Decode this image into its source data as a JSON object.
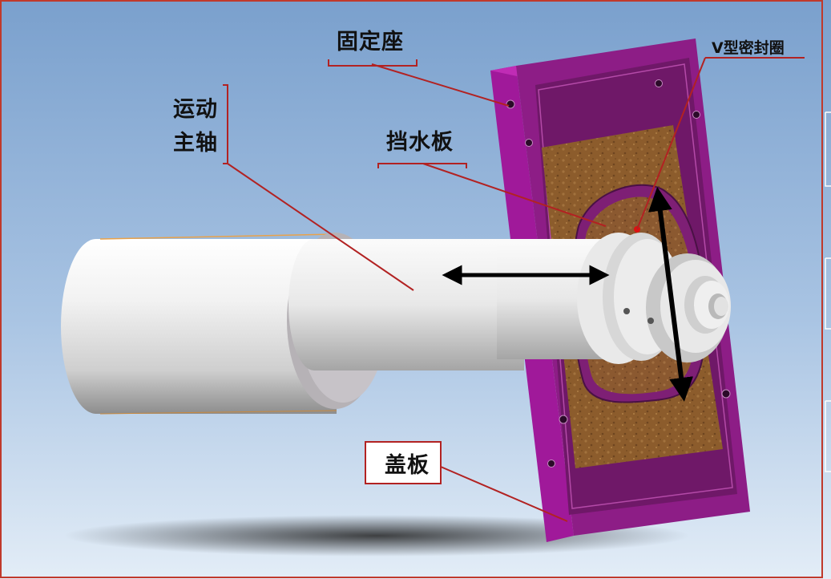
{
  "labels": {
    "fixed_seat": "固定座",
    "spindle_line1": "运动",
    "spindle_line2": "主轴",
    "water_baffle": "挡水板",
    "v_seal": "V型密封圈",
    "cover_plate": "盖板"
  },
  "icons": {
    "horizontal_motion": "double-arrow-horizontal-icon",
    "vertical_motion": "double-arrow-vertical-icon"
  },
  "colors": {
    "leader_line": "#b22222",
    "plate": "#9a1f8a",
    "shaft": "#e6e6e6",
    "baffle": "#8a5a2a",
    "background_top": "#7ea3cf",
    "background_bottom": "#dbe8f5"
  }
}
